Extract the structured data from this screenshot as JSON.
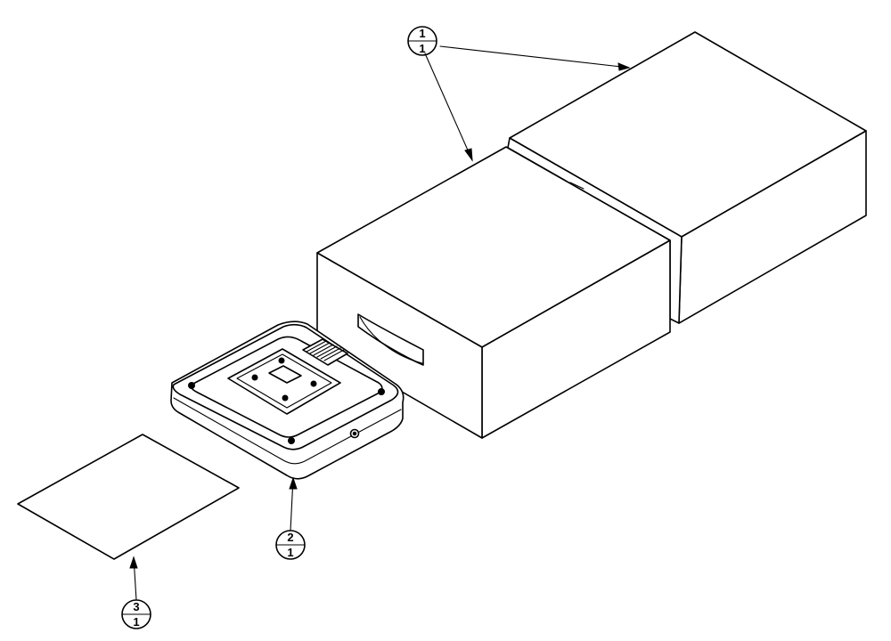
{
  "callouts": [
    {
      "id": "balloon-1",
      "item": "1",
      "qty": "1"
    },
    {
      "id": "balloon-2",
      "item": "2",
      "qty": "1"
    },
    {
      "id": "balloon-3",
      "item": "3",
      "qty": "1"
    }
  ],
  "colors": {
    "line": "#000000",
    "background": "#ffffff"
  }
}
